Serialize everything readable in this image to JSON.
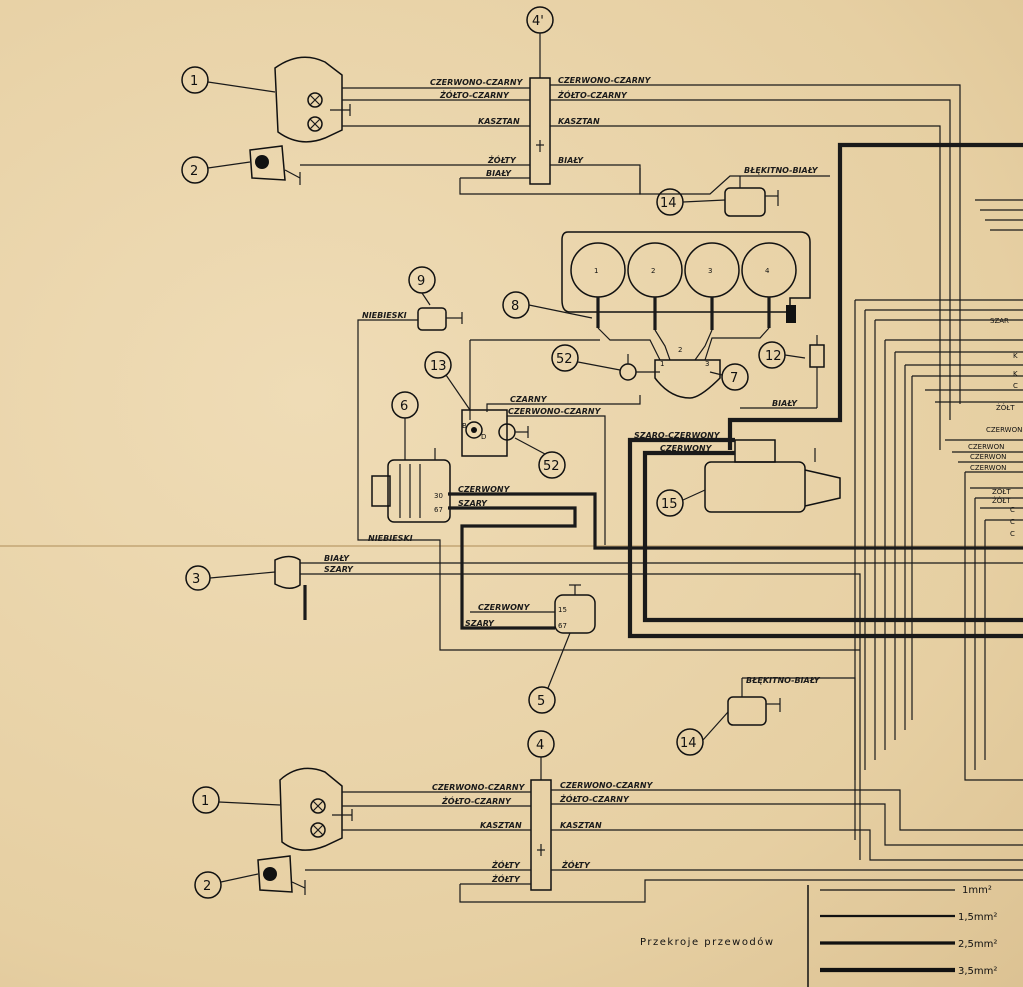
{
  "callouts": {
    "c1_top": "1",
    "c2_top": "2",
    "c4_top": "4'",
    "c14_top": "14",
    "c9": "9",
    "c8": "8",
    "c52_a": "52",
    "c12": "12",
    "c7": "7",
    "c13": "13",
    "c6": "6",
    "c52_b": "52",
    "c15": "15",
    "c3": "3",
    "c5": "5",
    "c14_bot": "14",
    "c4_bot": "4",
    "c1_bot": "1",
    "c2_bot": "2"
  },
  "cylinders": [
    "1",
    "2",
    "3",
    "4"
  ],
  "wires": {
    "czerwono_czarny": "CZERWONO-CZARNY",
    "zolto_czarny": "ŻÓŁTO-CZARNY",
    "kasztan": "KASZTAN",
    "zolty": "ŻÓŁTY",
    "bialy": "BIAŁY",
    "blekitno_bialy": "BŁĘKITNO-BIAŁY",
    "niebieski": "NIEBIESKI",
    "czarny": "CZARNY",
    "szaro_czerwony": "SZARO-CZERWONY",
    "czerwony": "CZERWONY",
    "szary": "SZARY"
  },
  "terminals": {
    "t30": "30",
    "t67": "67",
    "t15": "15",
    "t67b": "67",
    "tB": "B",
    "tD": "D"
  },
  "distributor": {
    "d1": "1",
    "d2": "2",
    "d3": "3"
  },
  "legend": {
    "title": "Przekroje przewodów",
    "sizes": [
      "1mm²",
      "1,5mm²",
      "2,5mm²",
      "3,5mm²"
    ]
  },
  "edge_labels": {
    "e1": "SZAR",
    "e2": "K",
    "e3": "K",
    "e4": "C",
    "e5": "ŻÓŁT",
    "e6": "CZERWON",
    "e7": "CZERWON",
    "e8": "CZERWON",
    "e9": "CZERWON",
    "e10": "ŻÓŁT",
    "e11": "ŻÓŁT",
    "e12": "C",
    "e13": "C",
    "e14": "C"
  }
}
